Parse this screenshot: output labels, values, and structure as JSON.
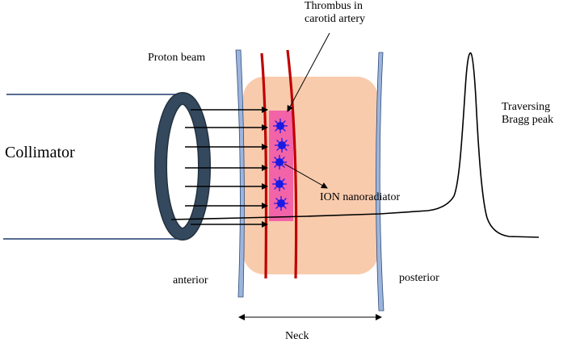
{
  "labels": {
    "collimator": "Collimator",
    "proton_beam": "Proton beam",
    "thrombus_line1": "Thrombus in",
    "thrombus_line2": "carotid artery",
    "traversing_line1": "Traversing",
    "traversing_line2": "Bragg peak",
    "ion_nanoradiator": "ION nanoradiator",
    "anterior": "anterior",
    "posterior": "posterior",
    "neck": "Neck"
  },
  "colors": {
    "collimator_ring": "#34495E",
    "collimator_ring_edge": "#22313F",
    "collimator_tube": "#1F3A6E",
    "neck_tissue": "#F8CBAD",
    "thrombus": "#F263A8",
    "artery_wall": "#C00000",
    "nanoradiator": "#1A1AE6",
    "plate": "#9DB5DC",
    "plate_edge": "#2E4C7A",
    "arrow": "#000000"
  },
  "icons": {
    "nanoradiator": "sunburst-particle-icon"
  }
}
